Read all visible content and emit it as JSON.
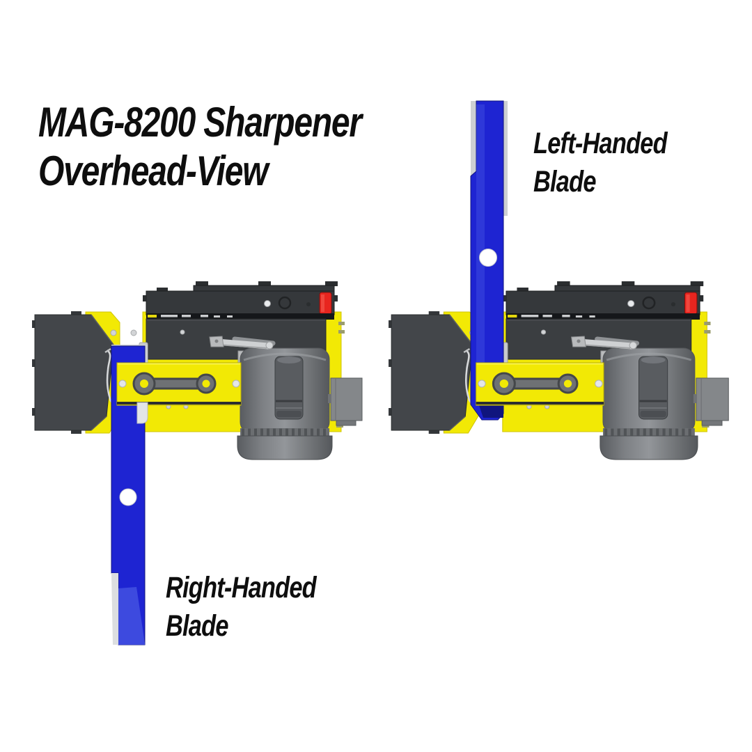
{
  "title": {
    "line1": "MAG-8200 Sharpener",
    "line2": "Overhead-View"
  },
  "labels": {
    "left_blade": {
      "line1": "Left-Handed",
      "line2": "Blade"
    },
    "right_blade": {
      "line1": "Right-Handed",
      "line2": "Blade"
    }
  },
  "colors": {
    "background": "#ffffff",
    "text": "#0e0e0e",
    "blade_blue": "#1e24d2",
    "blade_highlight": "#4351e2",
    "machine_yellow": "#f2e905",
    "switch_red": "#e8251f",
    "guard_gray": "#43464a",
    "housing_gray": "#3b3e41",
    "control_box_gray": "#35383b",
    "link_gray": "#6e7174",
    "motor_gray": "#8e9194",
    "silver": "#cfd1d3"
  }
}
